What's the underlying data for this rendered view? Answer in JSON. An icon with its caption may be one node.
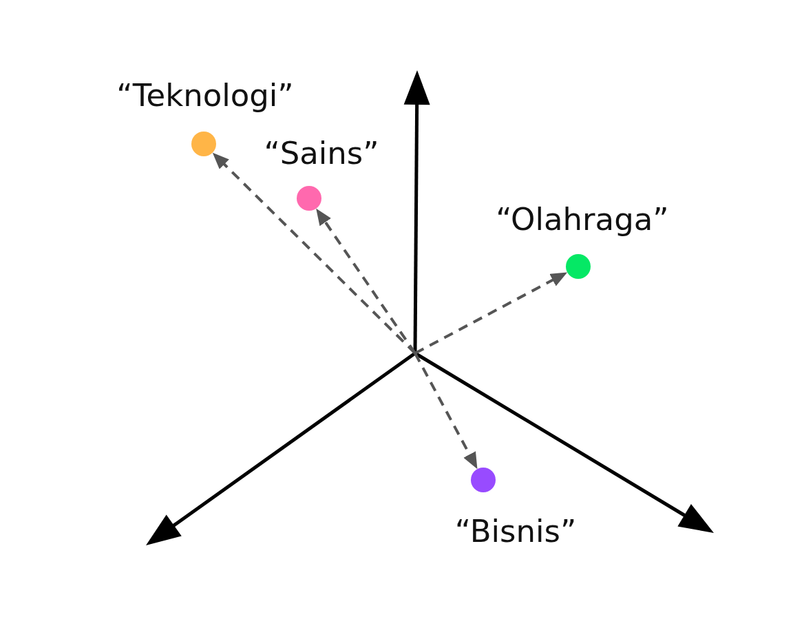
{
  "diagram": {
    "nodes": [
      {
        "text": [],
        "shape": "circle",
        "beside": [
          "“Teknologi”"
        ]
      },
      {
        "text": [],
        "shape": "circle",
        "beside": [
          "“Sains”"
        ]
      },
      {
        "text": [],
        "shape": "circle",
        "beside": [
          "“Olahraga”"
        ]
      },
      {
        "text": [],
        "shape": "circle",
        "beside": [
          "“Bisnis”"
        ]
      }
    ],
    "edges": [
      {
        "from": null,
        "to": 0,
        "arrow": "to",
        "style": "dashed"
      },
      {
        "from": null,
        "to": 1,
        "arrow": "to",
        "style": "dashed"
      },
      {
        "from": null,
        "to": 2,
        "arrow": "to",
        "style": "dashed"
      },
      {
        "from": null,
        "to": 3,
        "arrow": "to",
        "style": "dashed"
      }
    ]
  }
}
